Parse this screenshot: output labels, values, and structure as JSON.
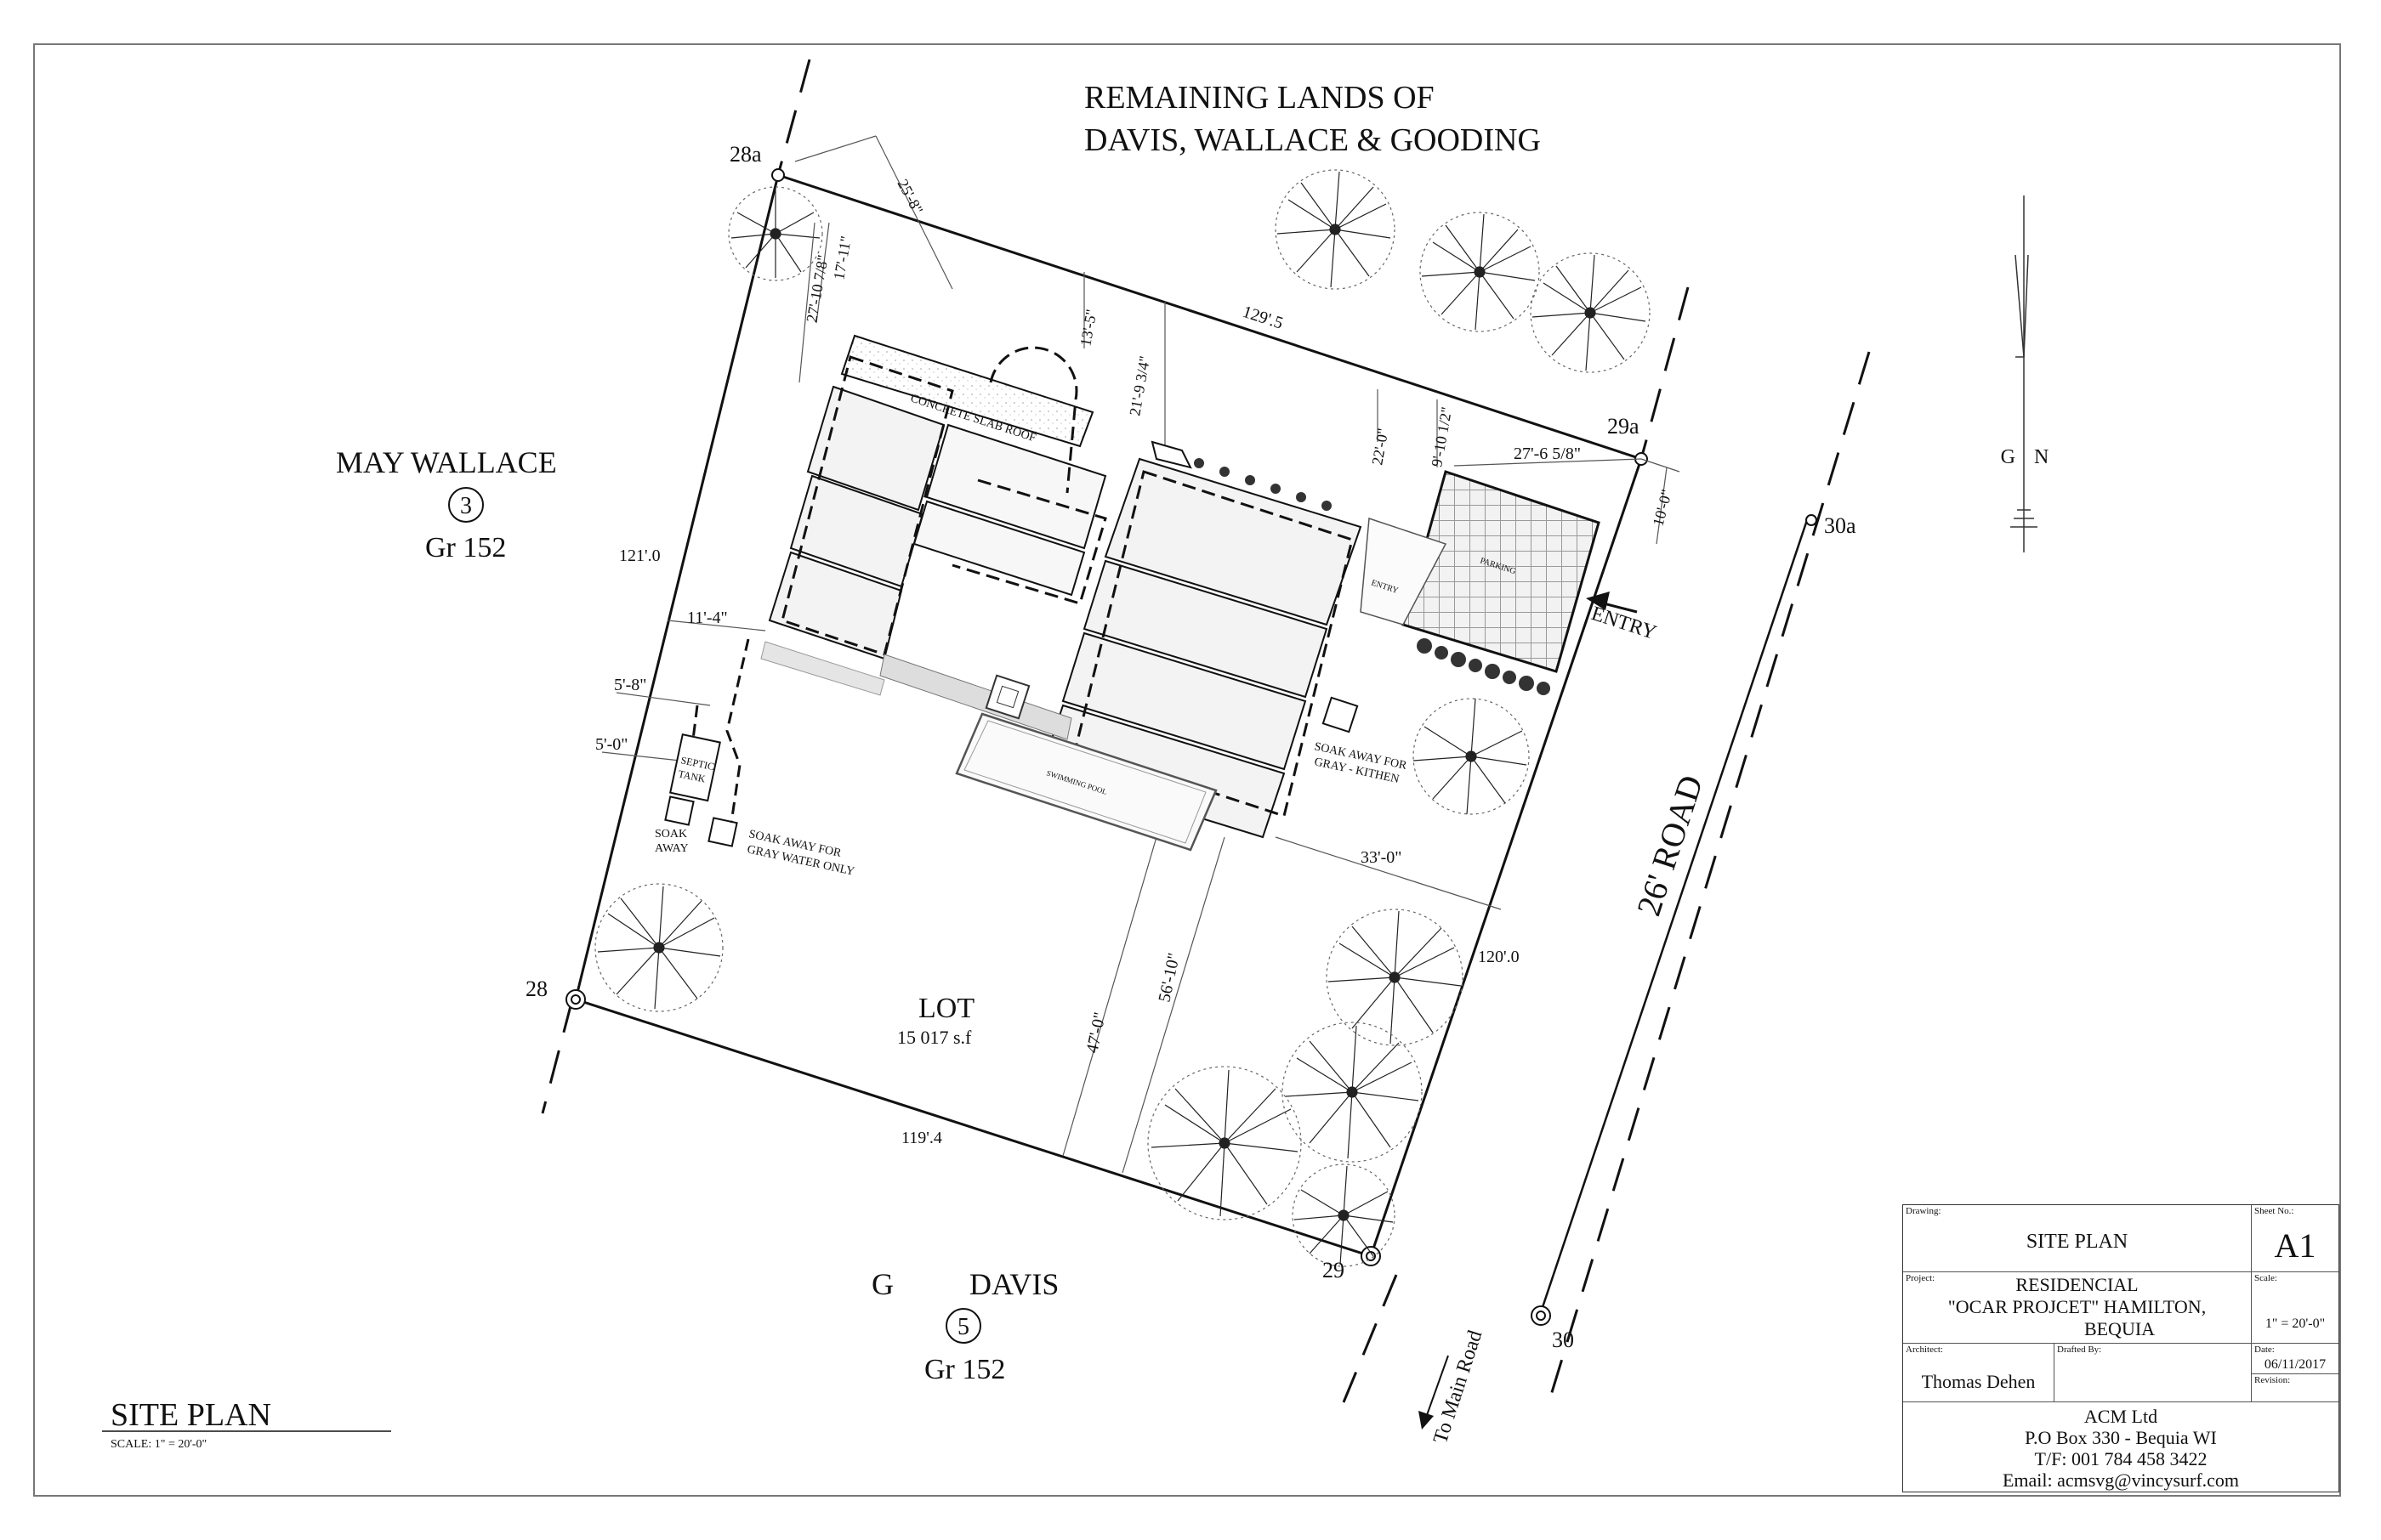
{
  "labels": {
    "remaining_lands_1": "REMAINING LANDS OF",
    "remaining_lands_2": "DAVIS, WALLACE & GOODING",
    "may_wallace": "MAY WALLACE",
    "may_wallace_num": "3",
    "may_wallace_gr": "Gr 152",
    "g": "G",
    "davis": "DAVIS",
    "davis_num": "5",
    "davis_gr": "Gr 152",
    "road": "26'     ROAD",
    "to_main_road": "To Main Road",
    "entry": "ENTRY",
    "lot": "LOT",
    "lot_area": "15 017 s.f",
    "concrete_slab_roof": "CONCRETE SLAB ROOF",
    "parking": "PARKING",
    "entry_small": "ENTRY",
    "swimming_pool": "SWIMMING POOL",
    "septic_tank_1": "SEPTIC",
    "septic_tank_2": "TANK",
    "soak_away_1": "SOAK",
    "soak_away_2": "AWAY",
    "soak_gray_1": "SOAK AWAY FOR",
    "soak_gray_2": "GRAY WATER ONLY",
    "soak_kitchen_1": "SOAK AWAY FOR",
    "soak_kitchen_2": "GRAY - KITHEN",
    "north_g": "G",
    "north_n": "N",
    "site_plan_caption": "SITE PLAN",
    "scale_caption": "SCALE: 1\" = 20'-0\""
  },
  "corners": {
    "c28": "28",
    "c28a": "28a",
    "c29": "29",
    "c29a": "29a",
    "c30": "30",
    "c30a": "30a"
  },
  "dimensions": {
    "d129_5": "129'.5",
    "d121_0": "121'.0",
    "d120_0": "120'.0",
    "d119_4": "119'.4",
    "d25_8": "25'-8\"",
    "d27_10": "27'-10 7/8\"",
    "d17_11": "17'-11\"",
    "d13_5": "13'-5\"",
    "d21_9": "21'-9 3/4\"",
    "d22_0": "22'-0\"",
    "d9_10": "9'-10 1/2\"",
    "d27_6": "27'-6 5/8\"",
    "d10_0": "10'-0\"",
    "d11_4": "11'-4\"",
    "d5_8": "5'-8\"",
    "d5_0": "5'-0\"",
    "d33_0": "33'-0\"",
    "d47_0": "47'-0\"",
    "d56_10": "56'-10\""
  },
  "title_block": {
    "drawing_label": "Drawing:",
    "drawing": "SITE PLAN",
    "sheet_label": "Sheet No.:",
    "sheet": "A1",
    "project_label": "Project:",
    "project_1": "RESIDENCIAL",
    "project_2": "\"OCAR PROJCET\" HAMILTON,",
    "project_3": "BEQUIA",
    "scale_label": "Scale:",
    "scale": "1\" = 20'-0\"",
    "architect_label": "Architect:",
    "architect": "Thomas Dehen",
    "drafted_label": "Drafted By:",
    "date_label": "Date:",
    "date": "06/11/2017",
    "revision_label": "Revision:",
    "company": "ACM Ltd",
    "address": "P.O Box 330 - Bequia WI",
    "phone": "T/F: 001 784 458 3422",
    "email": "Email: acmsvg@vincysurf.com"
  }
}
